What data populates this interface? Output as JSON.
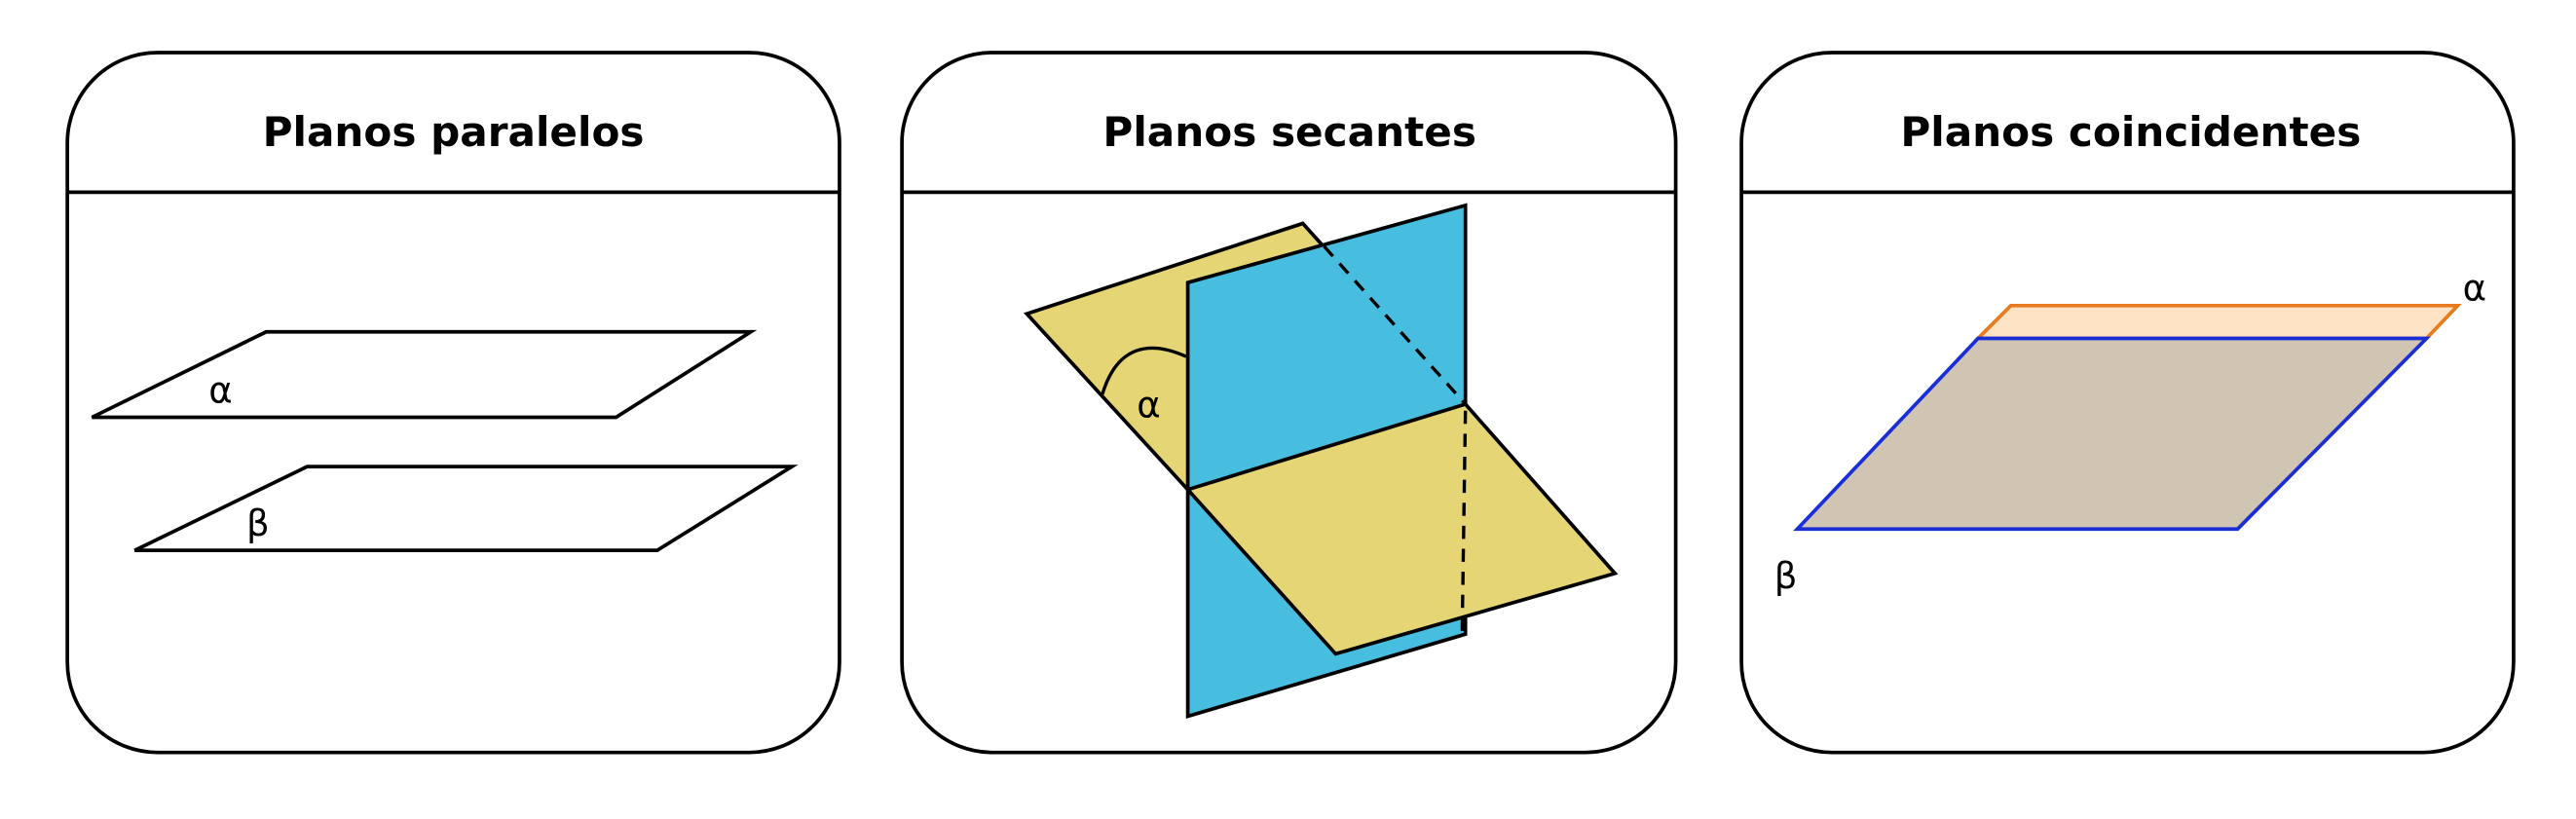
{
  "panels": [
    {
      "title": "Planos paralelos",
      "labels": [
        "α",
        "β"
      ]
    },
    {
      "title": "Planos secantes",
      "labels": [
        "α"
      ]
    },
    {
      "title": "Planos coincidentes",
      "labels": [
        "α",
        "β"
      ]
    }
  ],
  "colors": {
    "secant_yellow": "#e6d574",
    "secant_blue": "#47bedf",
    "coincident_alpha_fill": "#fde3c4",
    "coincident_alpha_stroke": "#e87a20",
    "coincident_beta_fill": "#d0c5b2",
    "coincident_beta_stroke": "#1a2ed8"
  }
}
